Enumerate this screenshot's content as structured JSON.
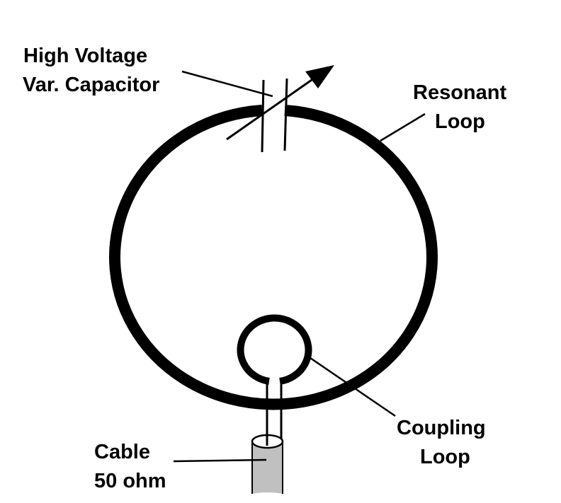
{
  "diagram": {
    "title": "Magnetic Loop Antenna",
    "labels": {
      "capacitor_line1": "High Voltage",
      "capacitor_line2": "Var. Capacitor",
      "resonant_line1": "Resonant",
      "resonant_line2": "Loop",
      "coupling_line1": "Coupling",
      "coupling_line2": "Loop",
      "cable_line1": "Cable",
      "cable_line2": "50 ohm"
    },
    "colors": {
      "ink": "#000000",
      "cable_fill": "#c0c0c0",
      "background": "#ffffff"
    }
  }
}
